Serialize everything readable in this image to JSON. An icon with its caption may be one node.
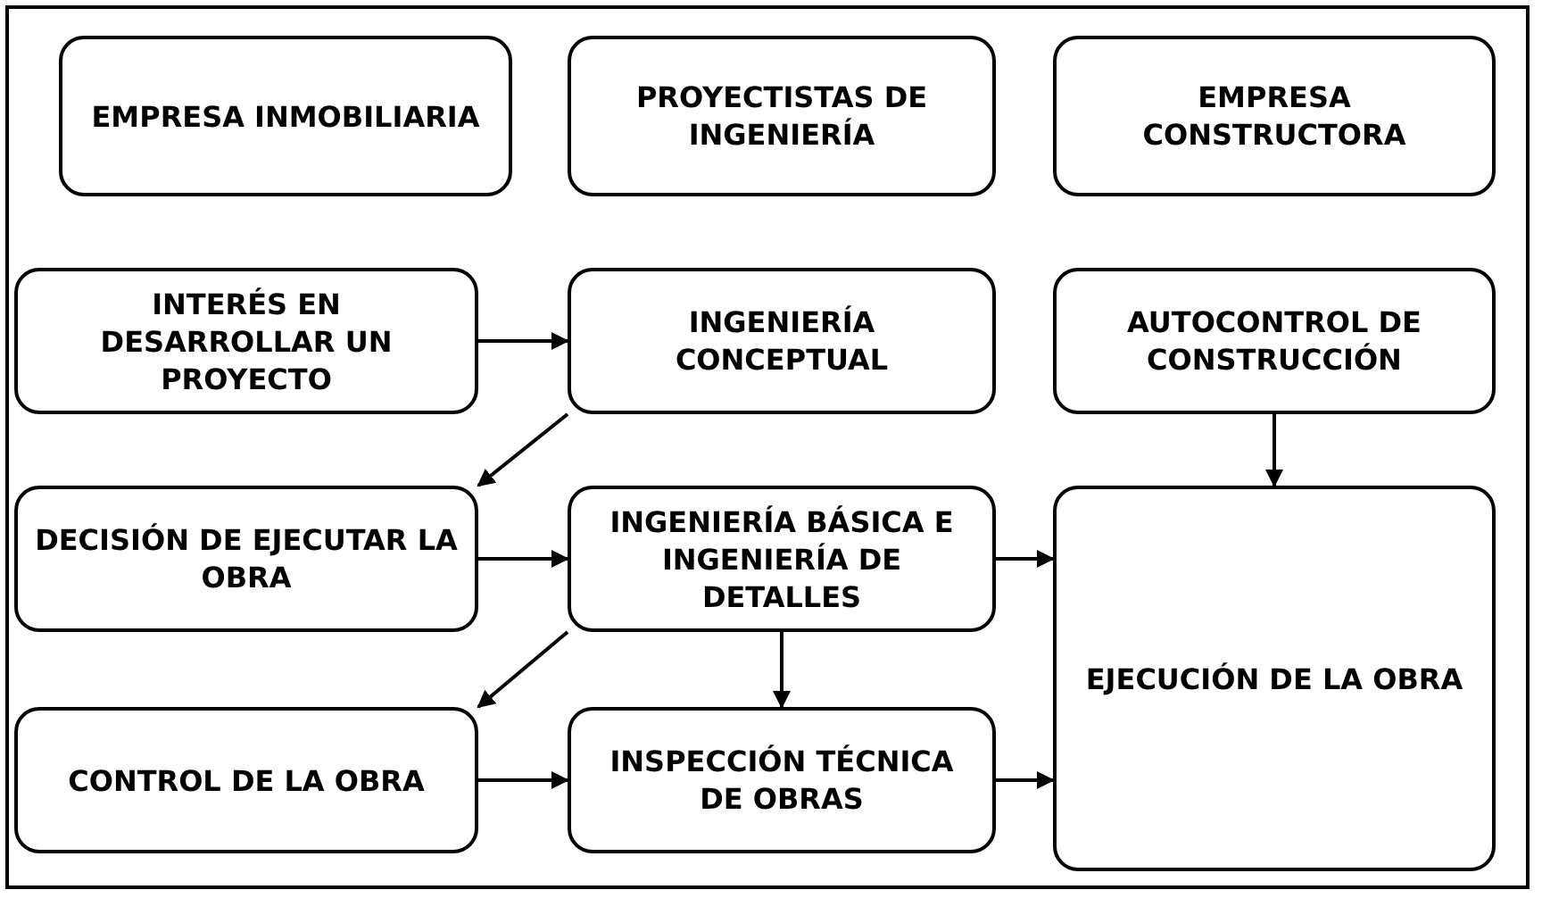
{
  "diagram": {
    "nodes": [
      {
        "text": [
          "EMPRESA INMOBILIARIA"
        ]
      },
      {
        "text": [
          "PROYECTISTAS DE INGENIERÍA"
        ]
      },
      {
        "text": [
          "EMPRESA CONSTRUCTORA"
        ]
      },
      {
        "text": [
          "INTERÉS EN DESARROLLAR UN PROYECTO"
        ]
      },
      {
        "text": [
          "INGENIERÍA CONCEPTUAL"
        ]
      },
      {
        "text": [
          "AUTOCONTROL DE CONSTRUCCIÓN"
        ]
      },
      {
        "text": [
          "DECISIÓN DE EJECUTAR LA OBRA"
        ]
      },
      {
        "text": [
          "INGENIERÍA BÁSICA E INGENIERÍA DE DETALLES"
        ]
      },
      {
        "text": [
          "EJECUCIÓN DE LA OBRA"
        ]
      },
      {
        "text": [
          "CONTROL DE LA OBRA"
        ]
      },
      {
        "text": [
          "INSPECCIÓN TÉCNICA DE OBRAS"
        ]
      }
    ],
    "edges": [
      {
        "from": 3,
        "to": 4,
        "arrow": "to"
      },
      {
        "from": 4,
        "to": 6,
        "arrow": "to"
      },
      {
        "from": 5,
        "to": 8,
        "arrow": "to"
      },
      {
        "from": 6,
        "to": 7,
        "arrow": "to"
      },
      {
        "from": 7,
        "to": 8,
        "arrow": "to"
      },
      {
        "from": 7,
        "to": 9,
        "arrow": "to"
      },
      {
        "from": 7,
        "to": 10,
        "arrow": "to"
      },
      {
        "from": 9,
        "to": 10,
        "arrow": "to"
      },
      {
        "from": 10,
        "to": 8,
        "arrow": "to"
      }
    ]
  }
}
